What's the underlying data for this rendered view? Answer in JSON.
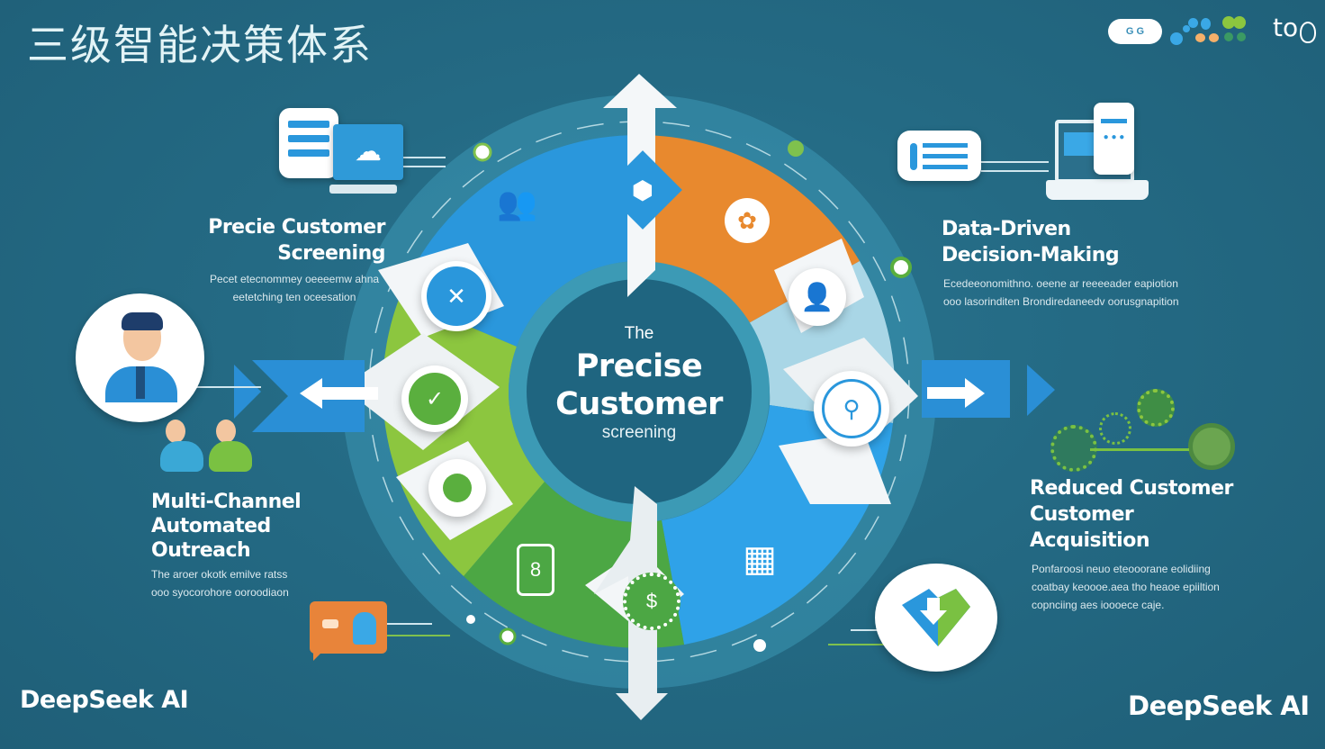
{
  "header": {
    "title": "三级智能决策体系",
    "pill_label": "G G",
    "logo_text": "to"
  },
  "center": {
    "line1": "The",
    "line2": "Precise",
    "line3": "Customer",
    "line4": "screening"
  },
  "sections": {
    "top_left": {
      "heading_line1": "Precie Customer",
      "heading_line2": "Screening",
      "desc_line1": "Pecet etecnommey oeeeemw ahna",
      "desc_line2": "eetetching ten oceesation"
    },
    "top_right": {
      "heading_line1": "Data-Driven",
      "heading_line2": "Decision-Making",
      "desc_line1": "Ecedeeonomithno. oeene ar reeeeader eapiotion",
      "desc_line2": "ooo lasorinditen Brondiredaneedv oorusgnapition"
    },
    "bottom_left": {
      "heading_line1": "Multi-Channel",
      "heading_line2": "Automated",
      "heading_line3": "Outreach",
      "desc_line1": "The aroer okotk emilve ratss",
      "desc_line2": "ooo syocorohore ooroodiaon"
    },
    "bottom_right": {
      "heading_line1": "Reduced Customer",
      "heading_line2": "Customer",
      "heading_line3": "Acquisition",
      "desc_line1": "Ponfaroosi neuo eteooorane eolidiing",
      "desc_line2": "coatbay keoooe.aea tho heaoe epiiltion",
      "desc_line3": "copnciing aes ioooece caje."
    }
  },
  "footer": {
    "brand_left": "DeepSeek AI",
    "brand_right": "DeepSeek AI"
  },
  "colors": {
    "background": "#246a84",
    "ring_blue": "#2a97dc",
    "ring_orange": "#e8892e",
    "ring_green": "#5aaf3e",
    "ring_light_green": "#8cc63f",
    "center": "#1f6580",
    "center_ring": "#3c9ab5"
  }
}
